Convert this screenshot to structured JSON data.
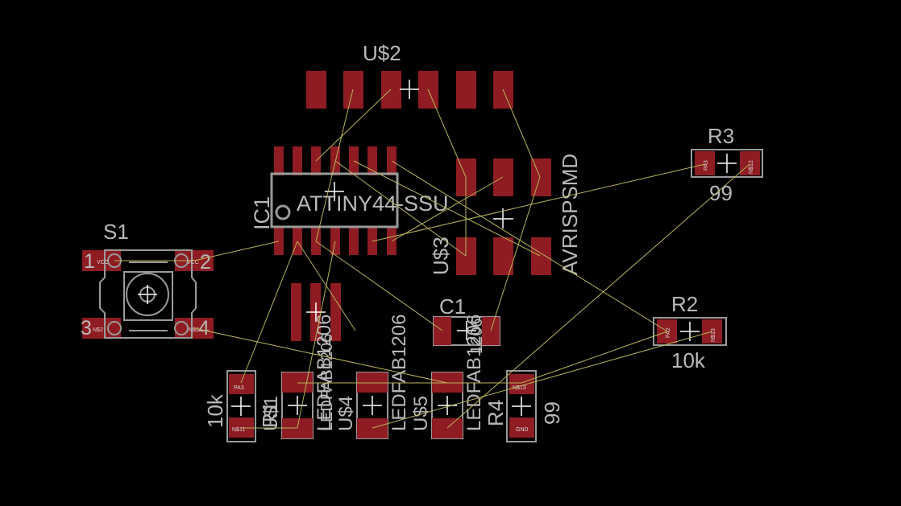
{
  "app": "PCB board layout",
  "colors": {
    "background": "#000000",
    "copper_pad": "#8e1c22",
    "silkscreen": "#9a9a9a",
    "ratsnest": "#b8b45a",
    "origin_cross": "#ffffff"
  },
  "labels": {
    "u2": "U$2",
    "ic1_name": "IC1",
    "ic1_value": "ATTINY44-SSU",
    "u3": "U$3",
    "avrispsmd": "AVRISPSMD",
    "r3_name": "R3",
    "r3_value": "99",
    "r2_name": "R2",
    "r2_value": "10k",
    "s1": "S1",
    "s1_pin1": "1",
    "s1_pin2": "2",
    "s1_pin3": "3",
    "s1_pin4": "4",
    "c1": "C1",
    "c1_value": "1206",
    "led1_value": "LEDFAB1206",
    "led2_value": "LEDFAB1206",
    "led3_value": "LEDFAB1206",
    "led4_value": "LEDFAB1206",
    "r1_value": "10k",
    "r1_name": "R1",
    "u4": "U$4",
    "u5": "U$5",
    "r4": "R4",
    "r4_value": "99",
    "led_name": "U$1"
  },
  "pad_text": {
    "vcc": "VCC",
    "gnd": "GND",
    "n$1": "N$1",
    "n$2": "N$2",
    "n$3": "N$3",
    "pa3": "PA3",
    "pa2": "PA2",
    "n$11": "N$11",
    "n$12": "N$12",
    "n$13": "N$13"
  }
}
